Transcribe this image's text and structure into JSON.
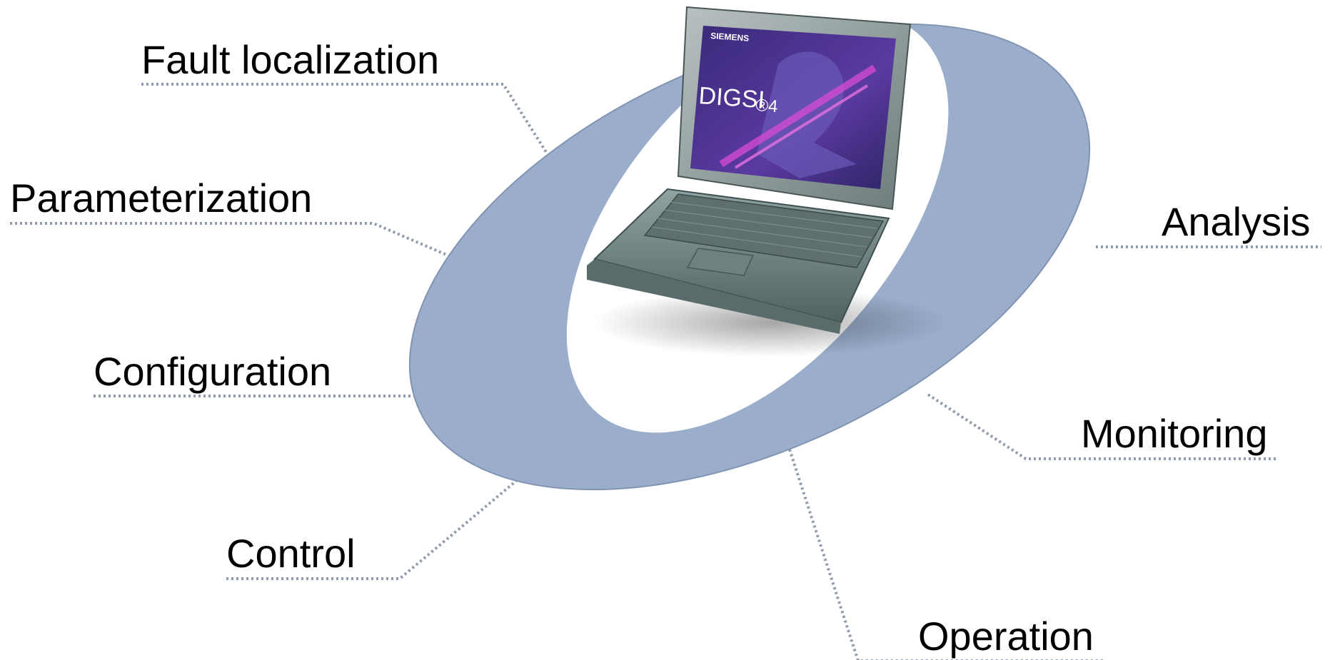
{
  "labels": {
    "fault_localization": "Fault localization",
    "parameterization": "Parameterization",
    "configuration": "Configuration",
    "control": "Control",
    "analysis": "Analysis",
    "monitoring": "Monitoring",
    "operation": "Operation"
  },
  "laptop": {
    "brand": "SIEMENS",
    "product": "DIGSI",
    "version_mark": "®4"
  },
  "colors": {
    "ring": "#9aaecb",
    "connector": "#8f9aac",
    "screen": "#4a2f8c",
    "text": "#000000"
  }
}
